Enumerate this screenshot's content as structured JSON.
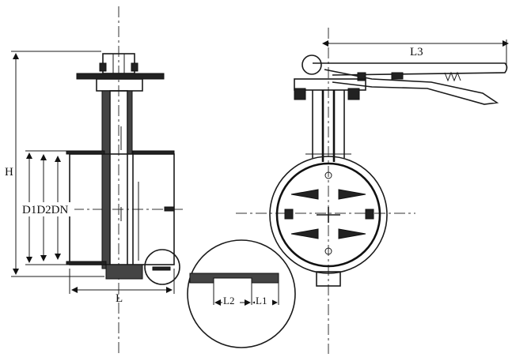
{
  "labels": {
    "height": "H",
    "diameters": "D1D2DN",
    "length": "L",
    "handle_length": "L3",
    "detail_l2": "L2",
    "detail_l1": "L1"
  }
}
